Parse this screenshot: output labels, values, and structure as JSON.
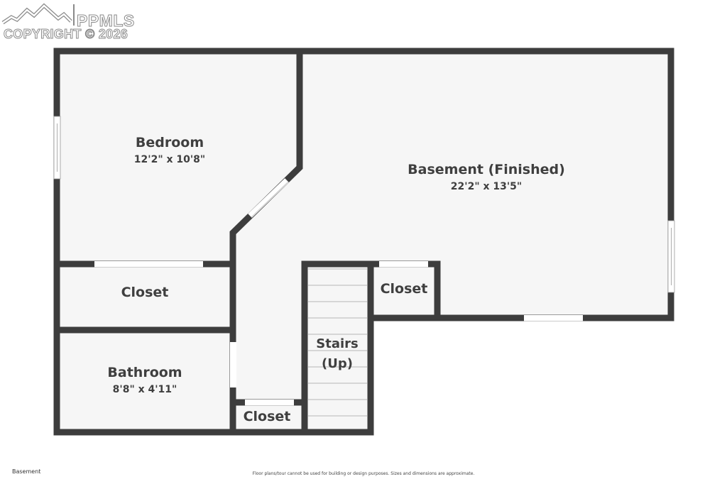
{
  "watermark": {
    "brand": "PPMLS",
    "copyright": "COPYRIGHT © 2026"
  },
  "floor": {
    "name": "Basement",
    "disclaimer": "Floor plans/tour cannot be used for building or design purposes. Sizes and dimensions are approximate."
  },
  "rooms": {
    "bedroom": {
      "name": "Bedroom",
      "dim": "12'2\" x 10'8\""
    },
    "basement": {
      "name": "Basement (Finished)",
      "dim": "22'2\" x 13'5\""
    },
    "closet_left": {
      "name": "Closet"
    },
    "closet_right": {
      "name": "Closet"
    },
    "closet_bottom": {
      "name": "Closet"
    },
    "bathroom": {
      "name": "Bathroom",
      "dim": "8'8\" x 4'11\""
    },
    "stairs": {
      "name_line1": "Stairs",
      "name_line2": "(Up)"
    }
  },
  "colors": {
    "wall": "#3d3d3d",
    "floor": "#f6f6f6",
    "opening": "#ffffff",
    "text": "#3f3f3f"
  }
}
